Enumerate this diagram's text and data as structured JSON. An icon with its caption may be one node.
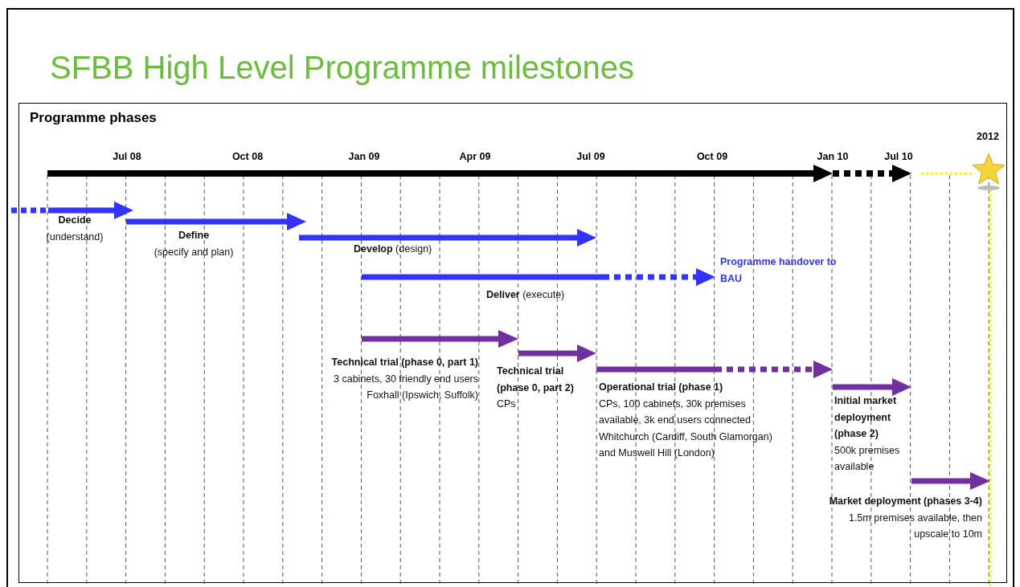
{
  "diagram": {
    "title": "SFBB High Level Programme milestones",
    "nodes": [
      {
        "text": [
          "Decide",
          "(understand)"
        ]
      },
      {
        "text": [
          "Define",
          "(specify and plan)"
        ]
      },
      {
        "text": [
          "**Develop** (design)"
        ]
      },
      {
        "text": [
          "**Deliver** (execute)"
        ]
      },
      {
        "text": [
          "Programme handover to BAU"
        ]
      },
      {
        "text": [
          "Technical trial (phase 0, part 1)",
          "3 cabinets, 30 friendly end users",
          "Foxhall (Ipswich, Suffolk)"
        ]
      },
      {
        "text": [
          "Technical trial (phase 0, part 2)",
          "CPs"
        ]
      },
      {
        "text": [
          "Operational trial (phase 1)",
          "CPs, 100 cabinets, 30k premises available, 3k end users connected",
          "Whitchurch (Cardiff, South Glamorgan) and Muswell Hill (London)"
        ]
      },
      {
        "text": [
          "Initial market deployment (phase 2)",
          "500k premises available"
        ]
      },
      {
        "text": [
          "Market deployment (phases 3-4)",
          "1.5m premises available, then upscale to 10m"
        ]
      }
    ],
    "labels": [
      "Programme phases",
      "Jul 08",
      "Oct 08",
      "Jan 09",
      "Apr 09",
      "Jul 09",
      "Oct 09",
      "Jan 10",
      "Jul 10",
      "2012"
    ]
  }
}
